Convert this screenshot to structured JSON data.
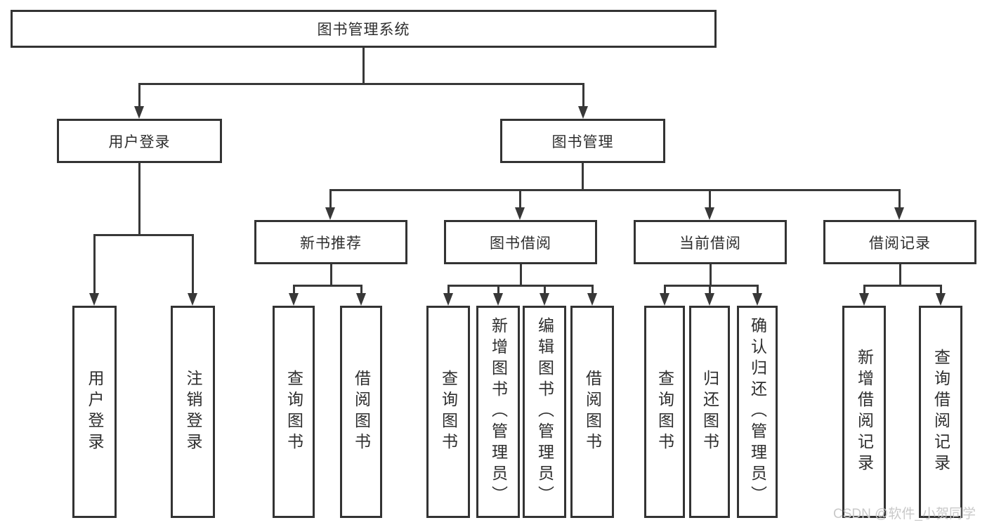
{
  "title": "图书管理系统",
  "tree": {
    "root": {
      "label": "图书管理系统"
    },
    "children": [
      {
        "label": "用户登录",
        "children": [
          "用户登录",
          "注销登录"
        ]
      },
      {
        "label": "图书管理",
        "children": [
          {
            "label": "新书推荐",
            "children": [
              "查询图书",
              "借阅图书"
            ]
          },
          {
            "label": "图书借阅",
            "children": [
              "查询图书",
              "新增图书（管理员）",
              "编辑图书（管理员）",
              "借阅图书"
            ]
          },
          {
            "label": "当前借阅",
            "children": [
              "查询图书",
              "归还图书",
              "确认归还（管理员）"
            ]
          },
          {
            "label": "借阅记录",
            "children": [
              "新增借阅记录",
              "查询借阅记录"
            ]
          }
        ]
      }
    ]
  },
  "watermark": {
    "text": "CSDN @软件_小贺同学",
    "color": "#c9c9c9"
  },
  "colors": {
    "line": "#383838",
    "box_border": "#333333",
    "text": "#2e2e2e",
    "background": "#ffffff"
  }
}
